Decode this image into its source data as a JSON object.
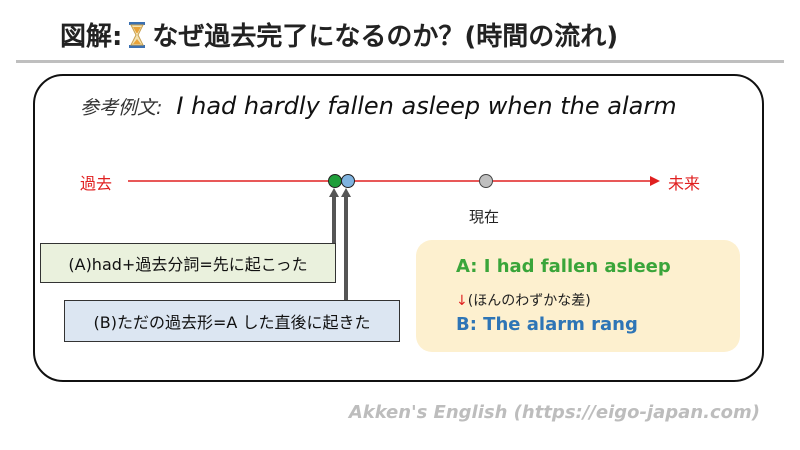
{
  "title": {
    "prefix": "図解:",
    "main": "なぜ過去完了になるのか？(時間の流れ)"
  },
  "example": {
    "label": "参考例文:",
    "sentence": "I had hardly fallen asleep when the alarm"
  },
  "timeline": {
    "past_label": "過去",
    "future_label": "未来",
    "now_label": "現在",
    "colors": {
      "line": "#e02020",
      "point_a": "#1f9e3a",
      "point_b": "#7fb3e0",
      "now": "#bfbfbf"
    }
  },
  "boxes": {
    "a": "(A)had+過去分詞=先に起こった",
    "b": "(B)ただの過去形=A した直後に起きた"
  },
  "summary": {
    "a": "A: I had fallen asleep",
    "arrow": "↓",
    "mid": "(ほんのわずかな差)",
    "b": "B: The alarm rang"
  },
  "footer": "Akken's English (https://eigo-japan.com)"
}
